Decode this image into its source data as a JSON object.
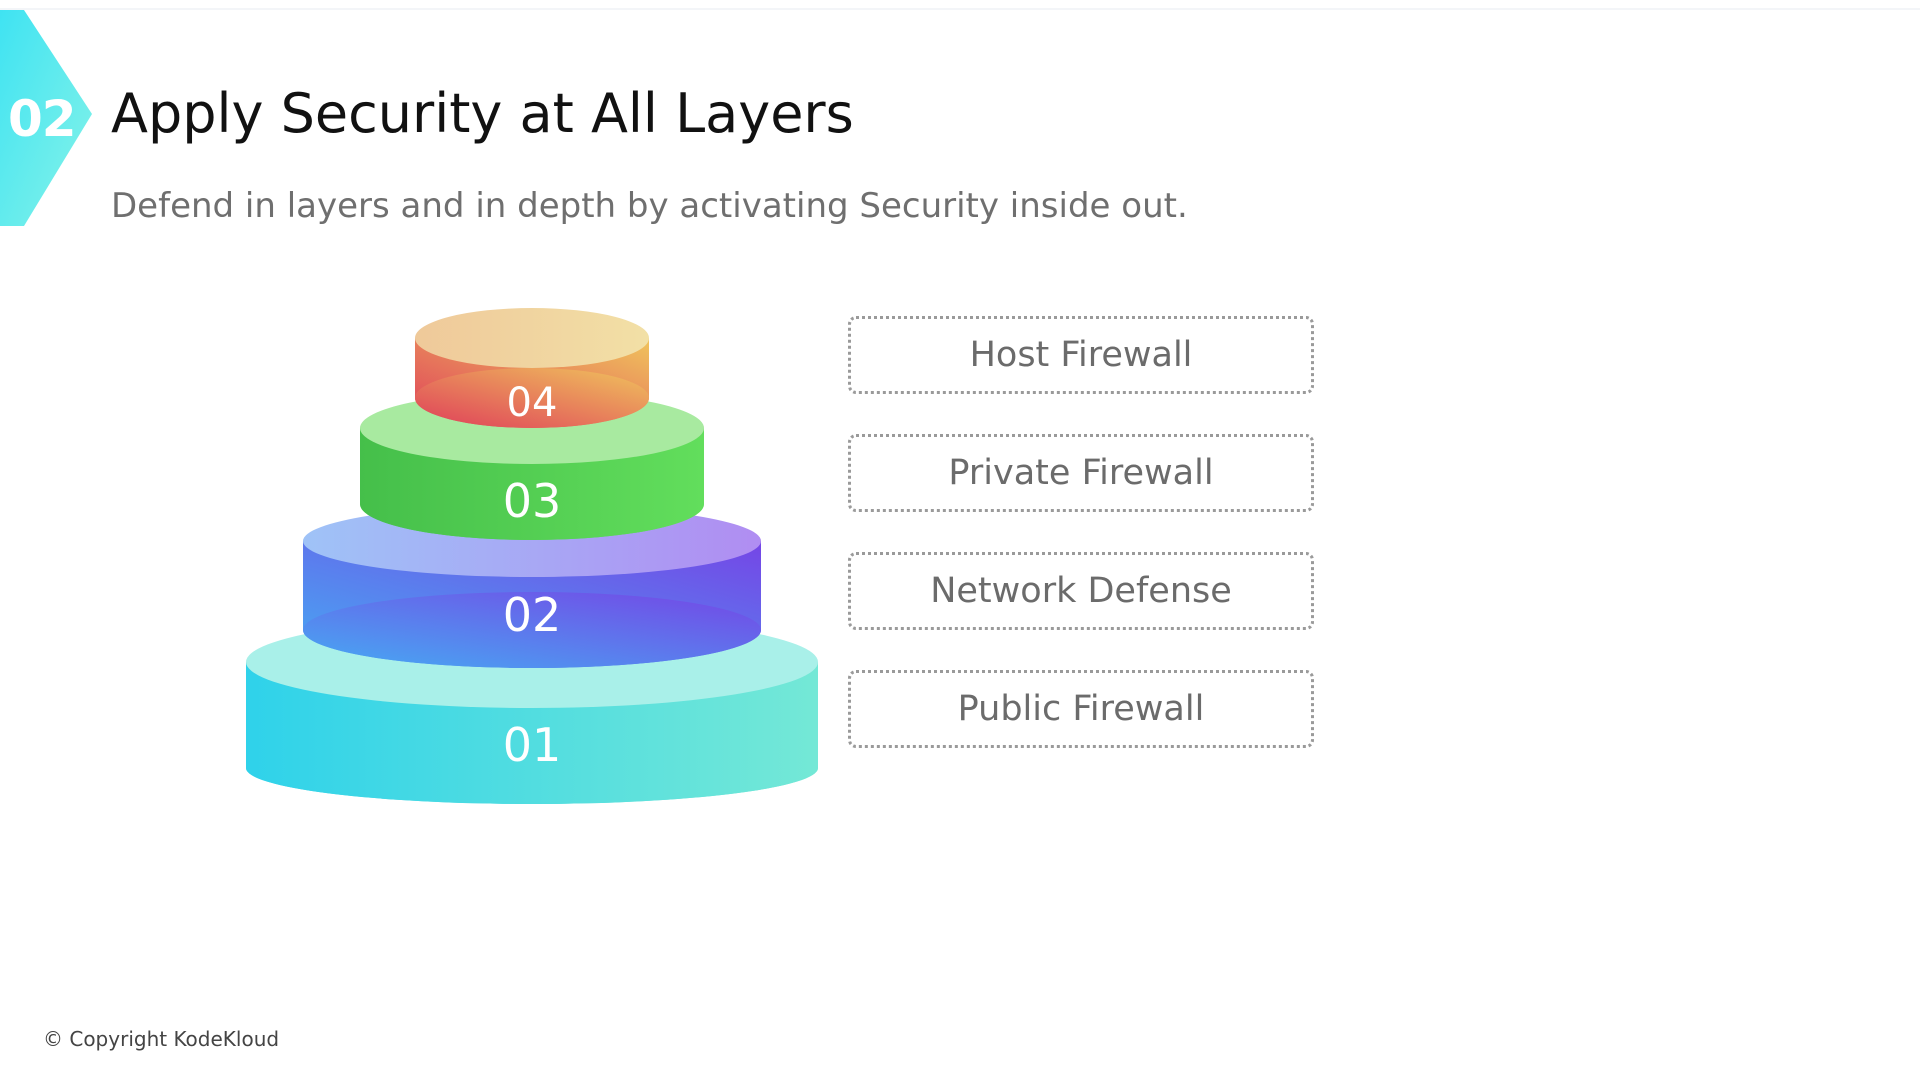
{
  "slide": {
    "number": "02",
    "title": "Apply Security at All Layers",
    "subtitle": "Defend in layers and in depth by activating Security inside out."
  },
  "pyramid": {
    "tiers": [
      {
        "label": "01",
        "color_top": "#a8efe9",
        "color_side_start": "#36d4ea",
        "color_side_end": "#6fe6d8"
      },
      {
        "label": "02",
        "color_top": "#a9b6f5",
        "color_side_start": "#4f9cf2",
        "color_side_end": "#7a5ae8"
      },
      {
        "label": "03",
        "color_top": "#a7ea9e",
        "color_side_start": "#4cc84f",
        "color_side_end": "#66df5f"
      },
      {
        "label": "04",
        "color_top": "#f1d9a3",
        "color_side_start": "#e0485c",
        "color_side_end": "#eec15a"
      }
    ]
  },
  "layers": [
    {
      "label": "Host Firewall"
    },
    {
      "label": "Private Firewall"
    },
    {
      "label": "Network Defense"
    },
    {
      "label": "Public Firewall"
    }
  ],
  "footer": {
    "copyright": "© Copyright KodeKloud"
  },
  "colors": {
    "badge_start": "#48e6f2",
    "badge_end": "#7af2ea",
    "title": "#111111",
    "subtitle": "#6f6f6f",
    "box_border": "#9a9a9a",
    "box_text": "#6b6b6b"
  }
}
